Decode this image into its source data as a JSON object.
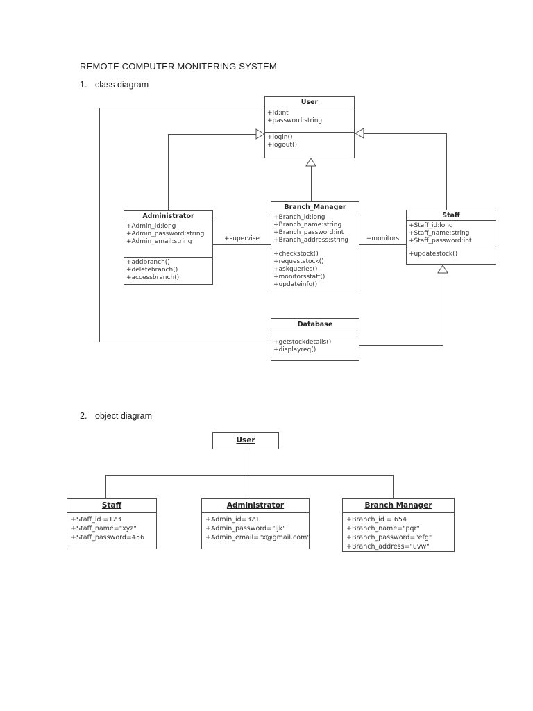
{
  "page": {
    "title": "REMOTE COMPUTER MONITERING SYSTEM",
    "sections": [
      {
        "number": "1.",
        "label": "class diagram"
      },
      {
        "number": "2.",
        "label": "object diagram"
      }
    ]
  },
  "class_diagram": {
    "classes": {
      "user": {
        "name": "User",
        "attributes": [
          "+Id:int",
          "+password:string"
        ],
        "methods": [
          "+login()",
          "+logout()"
        ]
      },
      "administrator": {
        "name": "Administrator",
        "attributes": [
          "+Admin_id:long",
          "+Admin_password:string",
          "+Admin_email:string"
        ],
        "methods": [
          "+addbranch()",
          "+deletebranch()",
          "+accessbranch()"
        ]
      },
      "branch_manager": {
        "name": "Branch_Manager",
        "attributes": [
          "+Branch_id:long",
          "+Branch_name:string",
          "+Branch_password:int",
          "+Branch_address:string"
        ],
        "methods": [
          "+checkstock()",
          "+requeststock()",
          "+askqueries()",
          "+monitorsstaff()",
          "+updateinfo()"
        ]
      },
      "staff": {
        "name": "Staff",
        "attributes": [
          "+Staff_id:long",
          "+Staff_name:string",
          "+Staff_password:int"
        ],
        "methods": [
          "+updatestock()"
        ]
      },
      "database": {
        "name": "Database",
        "attributes": [],
        "methods": [
          "+getstockdetails()",
          "+displayreq()"
        ]
      }
    },
    "associations": [
      {
        "label": "+supervise"
      },
      {
        "label": "+monitors"
      }
    ],
    "line_color": "#4d4d4d"
  },
  "object_diagram": {
    "objects": {
      "user": {
        "name": "User"
      },
      "staff": {
        "name": "Staff",
        "attributes": [
          "+Staff_id =123",
          "+Staff_name=\"xyz\"",
          "+Staff_password=456"
        ]
      },
      "administrator": {
        "name": "Administrator",
        "attributes": [
          "+Admin_id=321",
          "+Admin_password=\"ijk\"",
          "+Admin_email=\"x@gmail.com\""
        ]
      },
      "branch_manager": {
        "name": "Branch Manager",
        "attributes": [
          "+Branch_id = 654",
          "+Branch_name=\"pqr\"",
          "+Branch_password=\"efg\"",
          "+Branch_address=\"uvw\""
        ]
      }
    }
  }
}
